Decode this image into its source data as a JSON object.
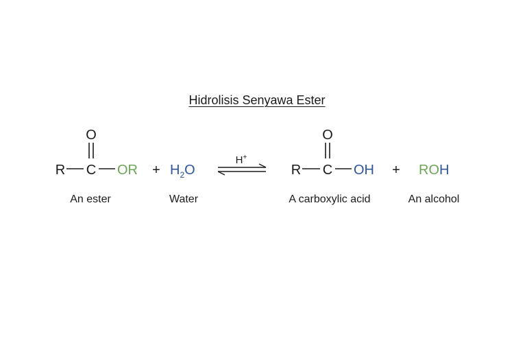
{
  "title": "Hidrolisis Senyawa Ester",
  "colors": {
    "text": "#1a1a1a",
    "green": "#6ea35a",
    "blue": "#2f5597"
  },
  "ester": {
    "r": "R",
    "c": "C",
    "o_top": "O",
    "group": "OR",
    "label": "An ester"
  },
  "plus": "+",
  "water": {
    "h": "H",
    "sub": "2",
    "o": "O",
    "label": "Water"
  },
  "arrow": {
    "catalyst": "H",
    "catalyst_sup": "+"
  },
  "acid": {
    "r": "R",
    "c": "C",
    "o_top": "O",
    "group": "OH",
    "label": "A carboxylic acid"
  },
  "alcohol": {
    "formula": "ROH",
    "label": "An alcohol"
  }
}
